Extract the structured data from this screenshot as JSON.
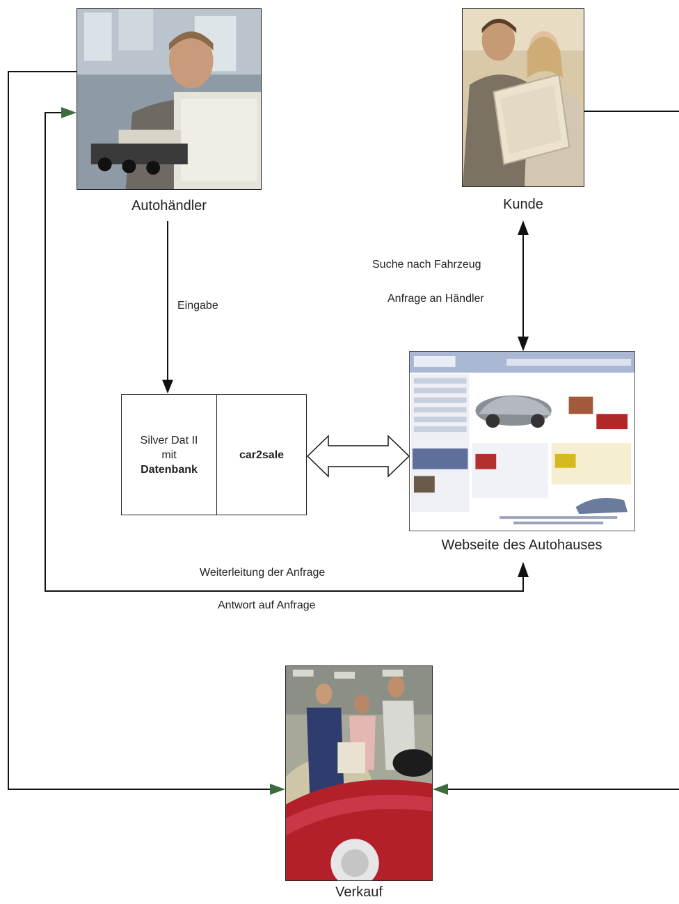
{
  "nodes": {
    "dealer": {
      "caption": "Autohändler",
      "image": "dealer-at-computer-photo"
    },
    "customer": {
      "caption": "Kunde",
      "image": "couple-at-computer-photo"
    },
    "website": {
      "caption": "Webseite des Autohauses",
      "image": "dealership-website-screenshot"
    },
    "sale": {
      "caption": "Verkauf",
      "image": "car-sale-photo"
    }
  },
  "system_box": {
    "left_line1": "Silver Dat II",
    "left_line2": "mit",
    "left_line3": "Datenbank",
    "right": "car2sale"
  },
  "edge_labels": {
    "input": "Eingabe",
    "search": "Suche nach Fahrzeug",
    "inquiry": "Anfrage an Händler",
    "forward": "Weiterleitung der Anfrage",
    "answer": "Antwort auf Anfrage"
  },
  "colors": {
    "line": "#111111",
    "green_arrow": "#3d6b3d"
  }
}
